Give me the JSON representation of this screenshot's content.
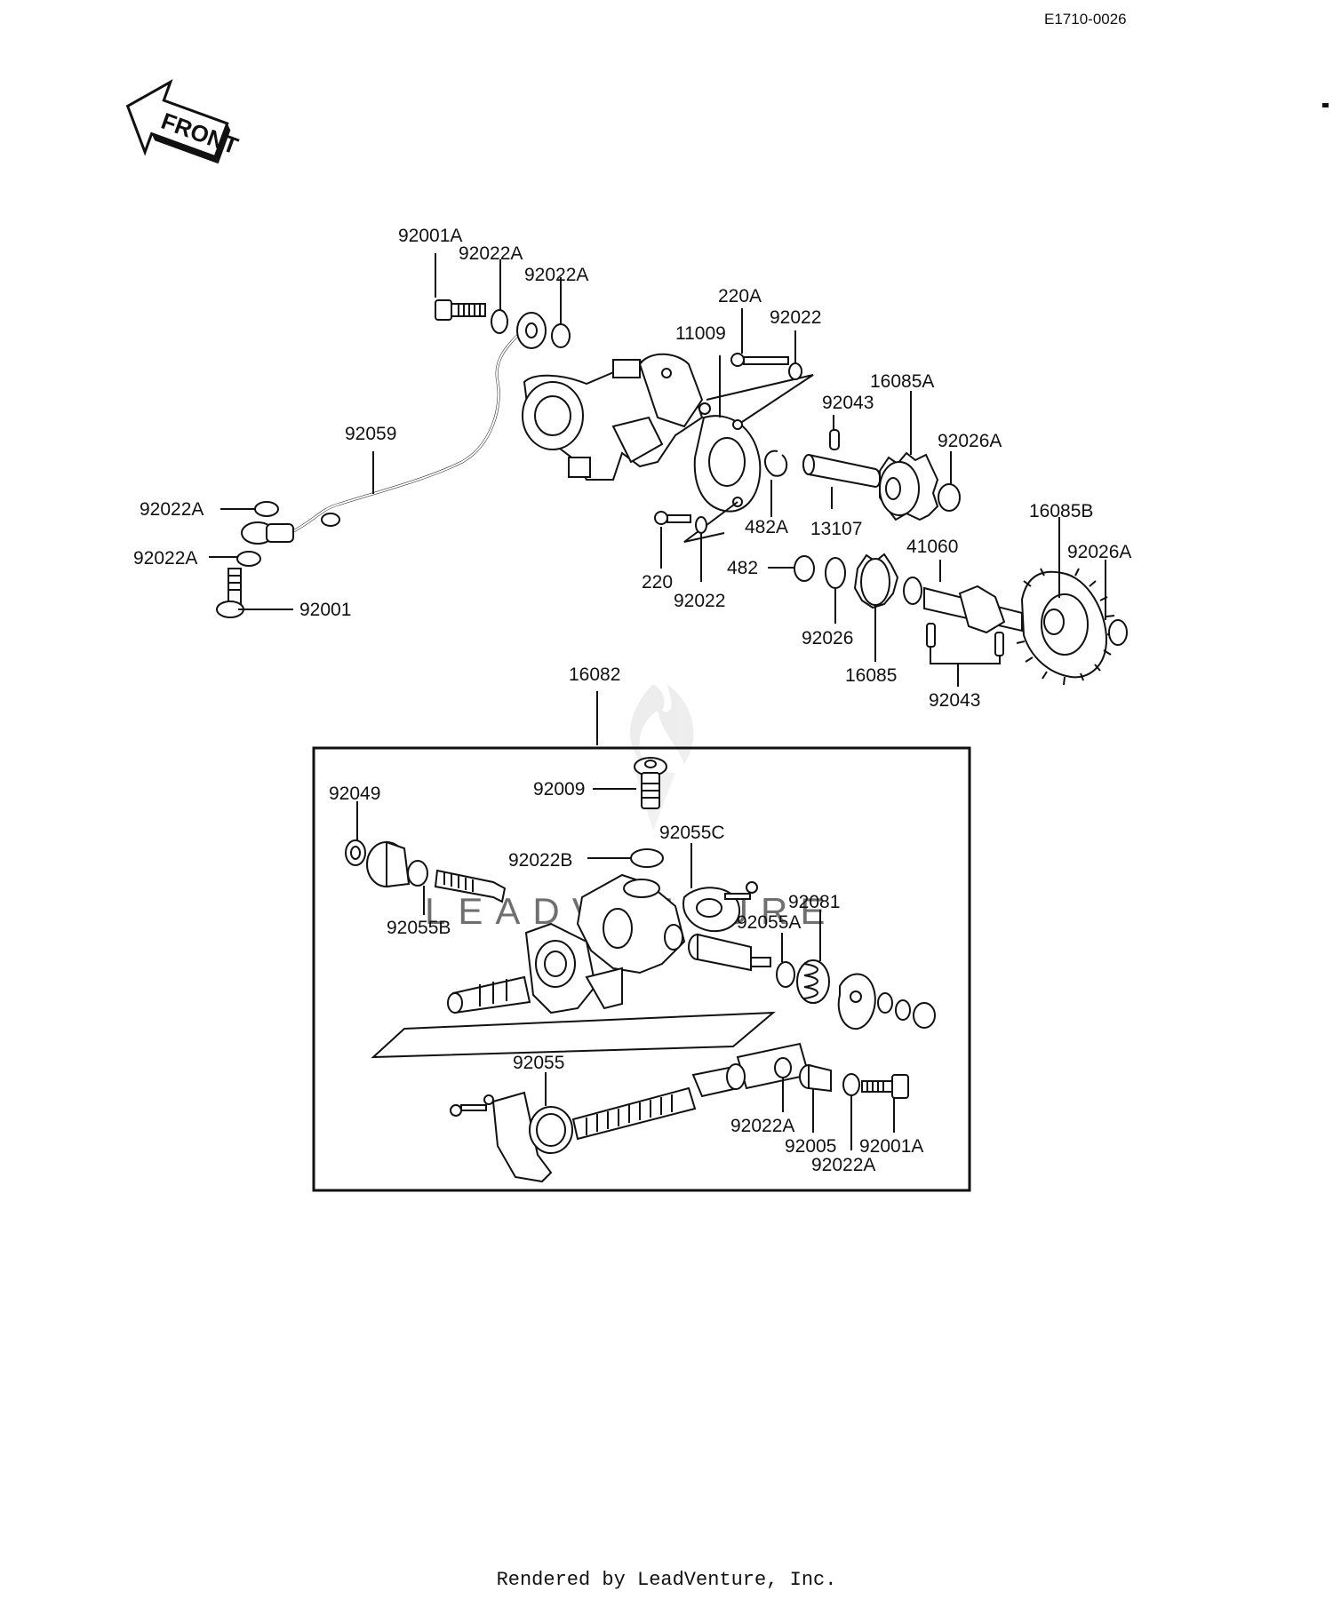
{
  "diagram_code": "E1710-0026",
  "front_arrow_label": "FRONT",
  "watermark": "LEADVENTURE",
  "footer": "Rendered by LeadVenture, Inc.",
  "callouts": {
    "c92001A_top": "92001A",
    "c92022A_top1": "92022A",
    "c92022A_top2": "92022A",
    "c220A": "220A",
    "c92022_top": "92022",
    "c11009": "11009",
    "c16085A": "16085A",
    "c92043_top": "92043",
    "c92026A_top": "92026A",
    "c92059": "92059",
    "c92022A_left1": "92022A",
    "c92022A_left2": "92022A",
    "c92001": "92001",
    "c482A": "482A",
    "c13107": "13107",
    "c16085B": "16085B",
    "c41060": "41060",
    "c92026A_right": "92026A",
    "c482": "482",
    "c220": "220",
    "c92022_mid": "92022",
    "c92026": "92026",
    "c16085": "16085",
    "c92043_bottom": "92043",
    "c16082": "16082",
    "c92049": "92049",
    "c92009": "92009",
    "c92055C": "92055C",
    "c92022B": "92022B",
    "c92081": "92081",
    "c92055A": "92055A",
    "c92055B": "92055B",
    "c92055": "92055",
    "c92022A_box1": "92022A",
    "c92005": "92005",
    "c92001A_box": "92001A",
    "c92022A_box2": "92022A"
  }
}
